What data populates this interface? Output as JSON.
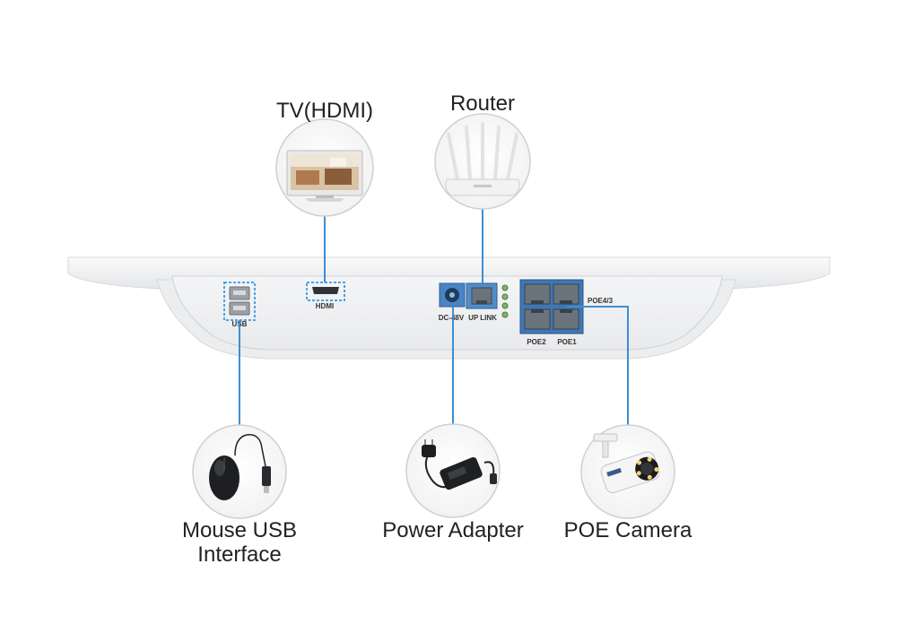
{
  "devices": {
    "tv": {
      "label": "TV(HDMI)"
    },
    "router": {
      "label": "Router"
    },
    "mouse": {
      "label_line1": "Mouse USB",
      "label_line2": "Interface"
    },
    "power": {
      "label": "Power Adapter"
    },
    "camera": {
      "label": "POE Camera"
    }
  },
  "panel": {
    "usb_label": "USB",
    "hdmi_label": "HDMI",
    "power_label": "DC-48V",
    "uplink_label": "UP LINK",
    "poe43_label": "POE4/3",
    "poe2_label": "POE2",
    "poe1_label": "POE1"
  },
  "colors": {
    "connector_line": "#3a8fd6",
    "highlight": "#4aa3e8",
    "caption": "#222222"
  }
}
